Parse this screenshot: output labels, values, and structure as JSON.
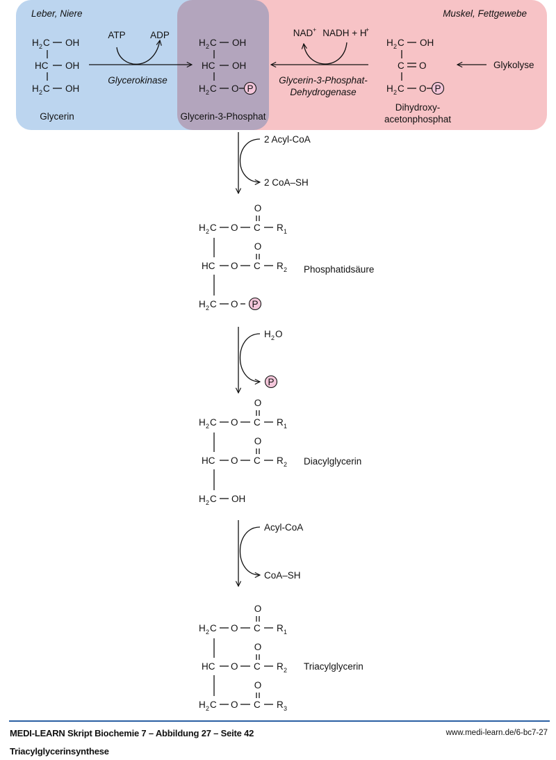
{
  "colors": {
    "region_left": "#bcd5ef",
    "region_overlap": "#b3a5bd",
    "region_right": "#f7c3c6",
    "phosphate_fill": "#f4c6da",
    "footer_rule": "#2a5fa3"
  },
  "regions": {
    "left_label": "Leber, Niere",
    "right_label": "Muskel, Fettgewebe"
  },
  "top": {
    "glycerin": {
      "rows": [
        "H2C — OH",
        "HC — OH",
        "H2C — OH"
      ],
      "name": "Glycerin"
    },
    "g3p": {
      "rows": [
        "H2C — OH",
        "HC — OH",
        "H2C — O —"
      ],
      "name": "Glycerin-3-Phosphat"
    },
    "dhap": {
      "rows": [
        "H2C — OH",
        "C = O",
        "H2C — O —"
      ],
      "name_line1": "Dihydroxy-",
      "name_line2": "acetonphosphat"
    },
    "kinase": {
      "enzyme": "Glycerokinase",
      "cofactor_in": "ATP",
      "cofactor_out": "ADP"
    },
    "dehydrogenase": {
      "enzyme_line1": "Glycerin-3-Phosphat-",
      "enzyme_line2": "Dehydrogenase",
      "cofactor_in": "NADH + H",
      "cofactor_in_sup": "+",
      "cofactor_out": "NAD",
      "cofactor_out_sup": "+"
    },
    "glykolyse": "Glykolyse"
  },
  "steps": [
    {
      "in": "2 Acyl-CoA",
      "out": "2 CoA–SH"
    },
    {
      "in": "H2O",
      "out": "P"
    },
    {
      "in": "Acyl-CoA",
      "out": "CoA–SH"
    }
  ],
  "products": {
    "phosphatidsaeure": "Phosphatidsäure",
    "diacylglycerin": "Diacylglycerin",
    "triacylglycerin": "Triacylglycerin"
  },
  "atoms": {
    "H": "H",
    "two": "2",
    "C": "C",
    "HC": "HC",
    "O": "O",
    "OH": "OH",
    "P": "P",
    "R": "R",
    "r1": "1",
    "r2": "2",
    "r3": "3",
    "dash": "—",
    "eq": "="
  },
  "footer": {
    "title": "MEDI-LEARN Skript Biochemie 7 – Abbildung 27 – Seite 42",
    "url": "www.medi-learn.de/6-bc7-27",
    "subtitle": "Triacylglycerinsynthese"
  }
}
